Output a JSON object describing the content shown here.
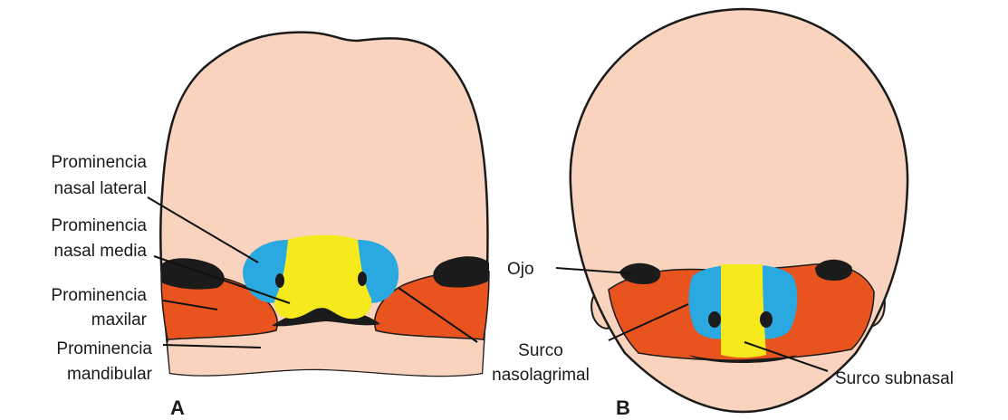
{
  "panels": {
    "a": {
      "letter": "A",
      "labels": {
        "nasal_lateral_1": "Prominencia",
        "nasal_lateral_2": "nasal lateral",
        "nasal_media_1": "Prominencia",
        "nasal_media_2": "nasal media",
        "maxilar_1": "Prominencia",
        "maxilar_2": "maxilar",
        "mandibular_1": "Prominencia",
        "mandibular_2": "mandibular",
        "surco_1": "Surco",
        "surco_2": "nasolagrimal"
      }
    },
    "b": {
      "letter": "B",
      "labels": {
        "ojo": "Ojo",
        "surco_subnasal": "Surco subnasal"
      }
    }
  },
  "colors": {
    "skin": "#f9d3bd",
    "nasal_lateral": "#2aa8e0",
    "nasal_media": "#f7ea1c",
    "maxilar": "#e9541e",
    "eye": "#1b1b1b",
    "outline": "#1b1b1b"
  }
}
